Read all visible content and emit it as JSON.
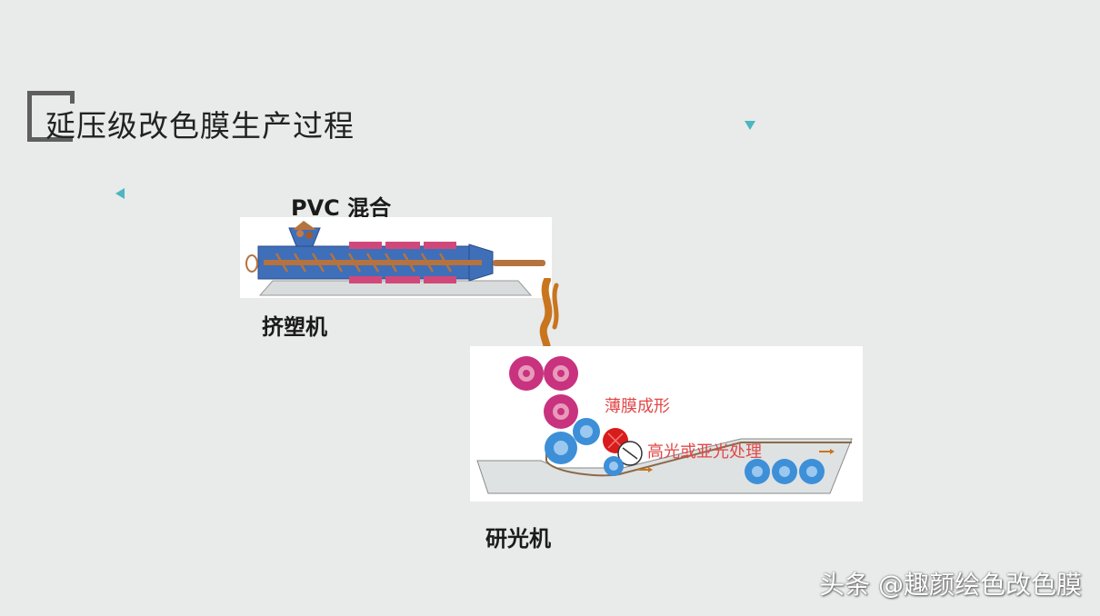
{
  "title": "延压级改色膜生产过程",
  "labels": {
    "pvc_mix": "PVC 混合",
    "extruder": "挤塑机",
    "calender": "研光机",
    "film_forming": "薄膜成形",
    "gloss_matte": "高光或亚光处理"
  },
  "watermark": "头条 @趣颜绘色改色膜",
  "colors": {
    "roller_magenta": "#c8327e",
    "roller_blue": "#3d8fd8",
    "roller_red": "#d81c1c",
    "barrel_blue": "#3f6fb8",
    "screw_brown": "#b5733f",
    "heater_pink": "#d0487a",
    "accent_teal": "#4bb6c0"
  }
}
